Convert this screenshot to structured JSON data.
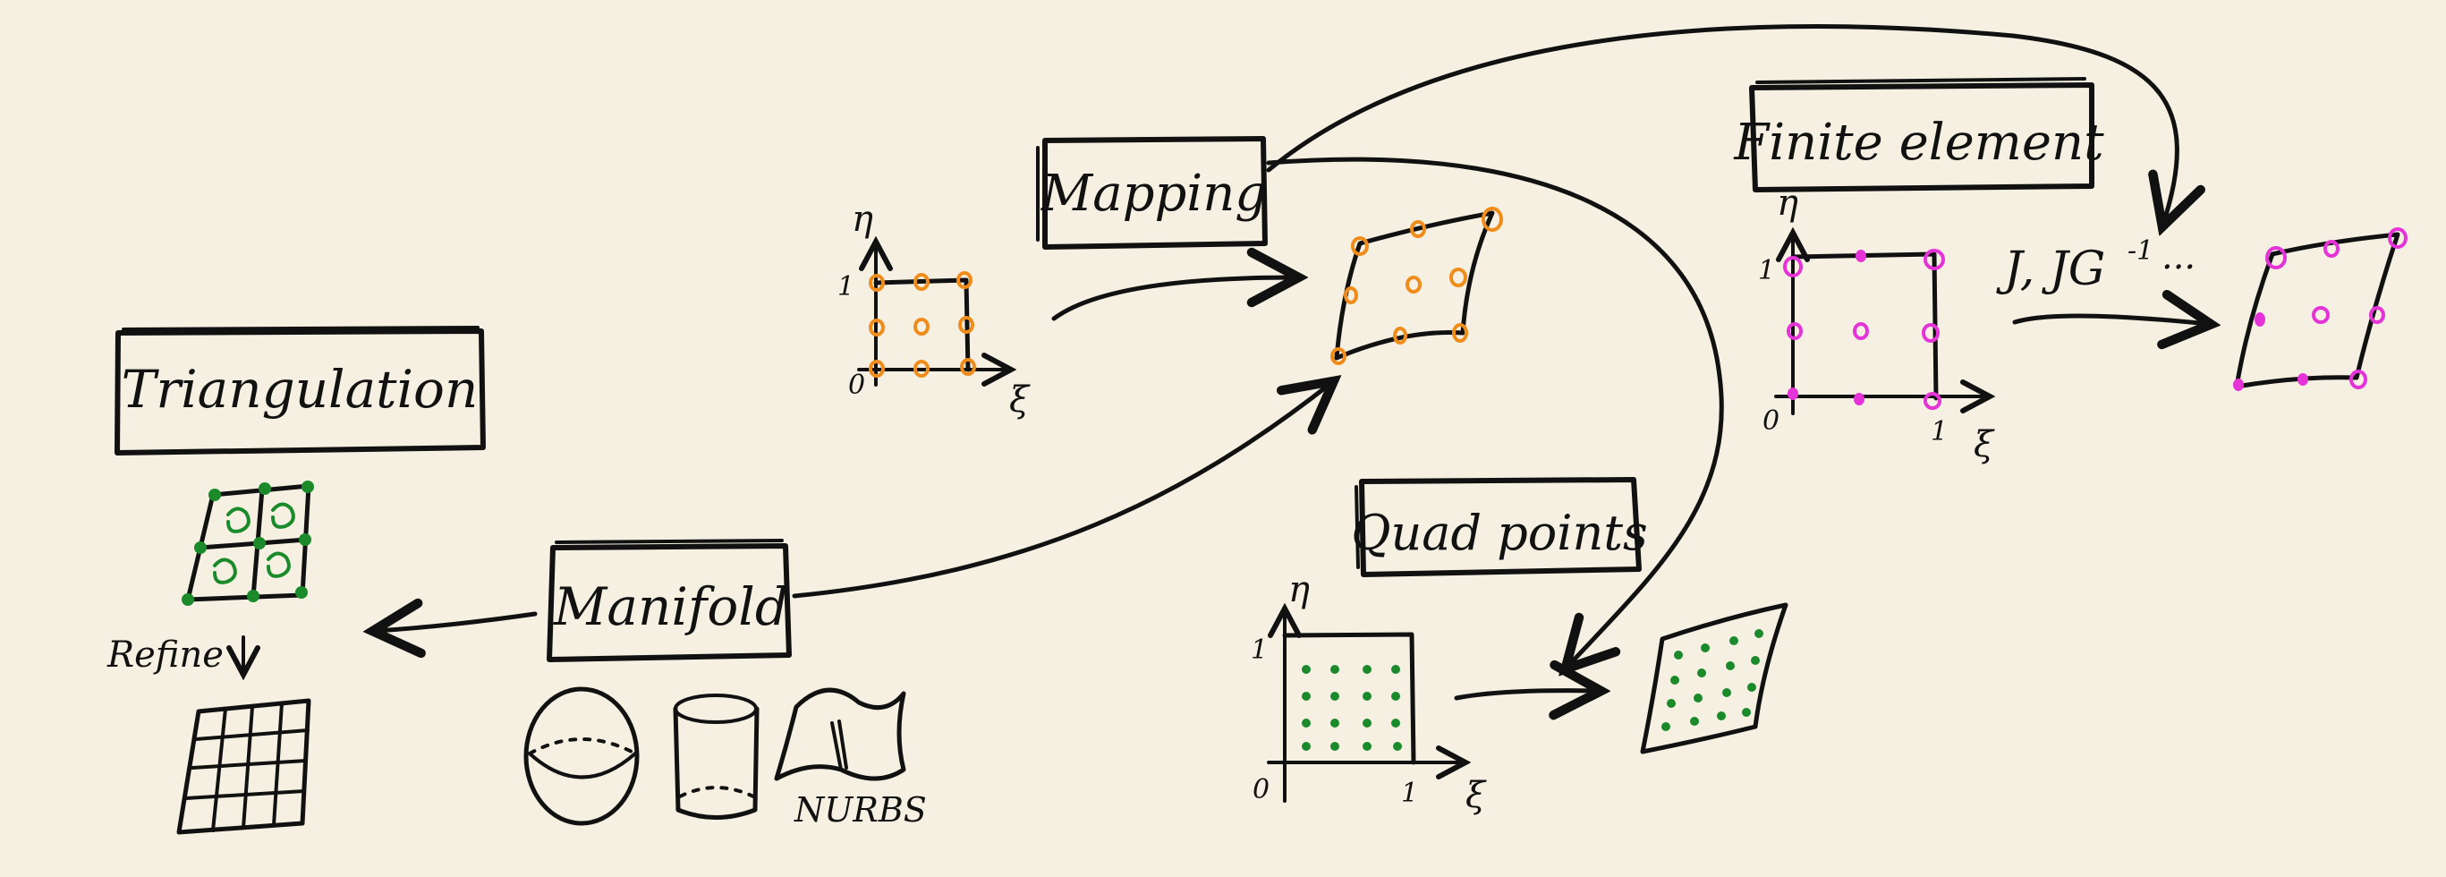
{
  "labels": {
    "triangulation": "Triangulation",
    "mapping": "Mapping",
    "finite_element": "Finite element",
    "quad_points": "Quad points",
    "manifold": "Manifold",
    "refine": "Refine",
    "nurbs": "NURBS",
    "jacobian": "J, JG",
    "jacobian_sup": "-1",
    "jacobian_ellipsis": "..."
  },
  "axes": {
    "eta": "η",
    "xi": "ξ",
    "zero": "0",
    "one": "1"
  },
  "colors": {
    "background": "#f5f0e1",
    "ink": "#111111",
    "mapping_nodes": "#f08c1a",
    "fe_nodes": "#e533d8",
    "quad_and_cells": "#1a8a2a"
  }
}
